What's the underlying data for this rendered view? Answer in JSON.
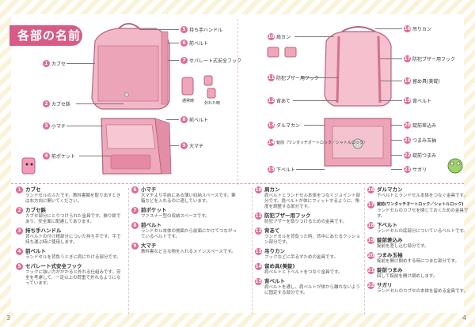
{
  "title": "各部の名前",
  "page_left": "3",
  "page_right": "4",
  "callouts": [
    {
      "n": "1",
      "label": "カブセ"
    },
    {
      "n": "2",
      "label": "カブセ鋲"
    },
    {
      "n": "3",
      "label": "小マチ"
    },
    {
      "n": "4",
      "label": "前ポケット"
    },
    {
      "n": "5",
      "label": "持ち手ハンドル"
    },
    {
      "n": "6",
      "label": "前ベルト"
    },
    {
      "n": "7",
      "label": "セパレート式安全フック"
    },
    {
      "n": "8",
      "label": "前ベルト"
    },
    {
      "n": "9",
      "label": "大マチ"
    },
    {
      "n": "10",
      "label": "肩カン"
    },
    {
      "n": "11",
      "label": "防犯ブザー用フック"
    },
    {
      "n": "12",
      "label": "背あて"
    },
    {
      "n": "13",
      "label": "ダルマカン"
    },
    {
      "n": "14",
      "label": "錠前（ワンタッチオートロック／シャトルロック）"
    },
    {
      "n": "15",
      "label": "下ベルト"
    },
    {
      "n": "16",
      "label": "吊りカン"
    },
    {
      "n": "17",
      "label": "防犯ブザー用フック"
    },
    {
      "n": "18",
      "label": "留め具(美錠)"
    },
    {
      "n": "19",
      "label": "背ベルト"
    },
    {
      "n": "20",
      "label": "錠前差込み"
    },
    {
      "n": "21",
      "label": "つまみ玉袖"
    },
    {
      "n": "22",
      "label": "錠前つまみ"
    },
    {
      "n": "23",
      "label": "サガリ"
    }
  ],
  "hook_captions": {
    "left": "通常時",
    "right": "外れた時"
  },
  "descriptions": [
    [
      {
        "n": "1",
        "head": "カブセ",
        "text": "ランドセルのふたです。教科書類を取り出すときは右方向に開いてください。"
      },
      {
        "n": "2",
        "head": "カブセ鋲",
        "text": "カブセ部分にとりつけられた金具です。飾り鋲であり、安全面に配慮してあります。"
      },
      {
        "n": "3",
        "head": "持ち手ハンドル",
        "text": "背ベルトの付け根部分についた持ち手です。手で持ち運ぶ時に使用します。"
      },
      {
        "n": "4",
        "head": "前ベルト",
        "text": "ランドセルを背負うときに肩にかける部分です。"
      },
      {
        "n": "5",
        "head": "セパレート式安全フック",
        "text": "フックに強い力がかかると外れる仕組みです。安全を考慮して、一定以上の荷重で外れるようになっています。"
      }
    ],
    [
      {
        "n": "6",
        "head": "小マチ",
        "text": "大マチより手前にある薄い収納スペースです。筆箱などを入れるのに適しています。"
      },
      {
        "n": "7",
        "head": "前ポケット",
        "text": "ファスナー型の収納スペースです。"
      },
      {
        "n": "8",
        "head": "前ベルト",
        "text": "ランドセル本体の側面から前面にかけてつながっているベルトです。"
      },
      {
        "n": "9",
        "head": "大マチ",
        "text": "教科書など主な物を入れるメインスペースです。"
      }
    ],
    [
      {
        "n": "10",
        "head": "肩カン",
        "text": "肩ベルトとランドセル本体をつなぐジョイント部分です。肩ベルトが体にフィットするように、角度を調整する部分です。"
      },
      {
        "n": "11",
        "head": "防犯ブザー用フック",
        "text": "防犯ブザーを取りつけるための金具です。"
      },
      {
        "n": "12",
        "head": "背あて",
        "text": "ランドセルを背負った時、背中にあたるクッション部分です。"
      },
      {
        "n": "13",
        "head": "吊りカン",
        "text": "フックなどに吊るすための金具です。"
      },
      {
        "n": "14",
        "head": "留め具(美錠)",
        "text": "肩ベルトと下ベルトをつなぐ金具です。"
      },
      {
        "n": "15",
        "head": "背ベルト",
        "text": "肩ベルトを通し、肩ベルトが体から離れないように固定する部分です。"
      }
    ],
    [
      {
        "n": "16",
        "head": "ダルマカン",
        "text": "下ベルトとランドセル本体をつなぐ金具です。"
      },
      {
        "n": "17",
        "head": "錠前(ワンタッチオートロック／シャトルロック)",
        "text": "ランドセルのカブセを閉じておくための金具です。"
      },
      {
        "n": "18",
        "head": "下ベルト",
        "text": "ランドセルの底部分についているベルトです。"
      },
      {
        "n": "19",
        "head": "錠前差込み",
        "text": "錠前を差し込む部分です。"
      },
      {
        "n": "20",
        "head": "つまみ玉袖",
        "text": "錠前を開け閉めする時につまむ部分です。"
      },
      {
        "n": "21",
        "head": "錠前つまみ",
        "text": "回して錠前を開け閉めします。"
      },
      {
        "n": "22",
        "head": "サガリ",
        "text": "ランドセルのカブセの本体を留める金具です。"
      }
    ]
  ]
}
